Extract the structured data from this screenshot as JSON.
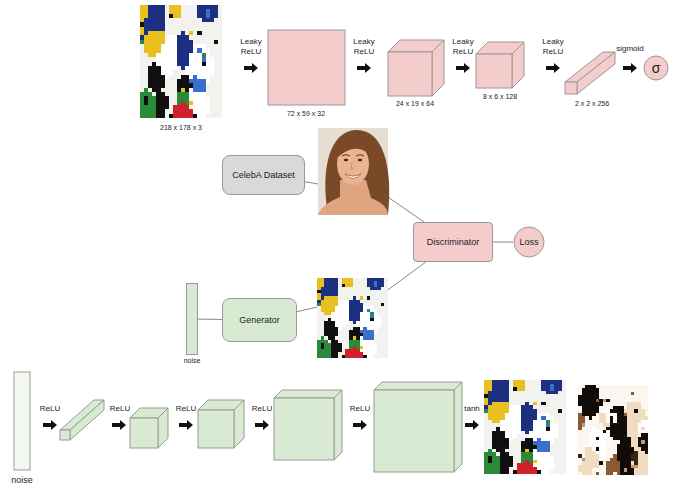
{
  "diagram": {
    "nodes": [
      {
        "text": [
          "σ"
        ]
      },
      {
        "text": [
          "CelebA Dataset"
        ]
      },
      {
        "text": [
          "Discriminator"
        ]
      },
      {
        "text": [
          "Loss"
        ]
      },
      {
        "text": [
          "noise"
        ]
      },
      {
        "text": [
          "Generator"
        ]
      }
    ],
    "edges": [
      {
        "from": 1,
        "to": 2,
        "arrow": "none"
      },
      {
        "from": 2,
        "to": 3,
        "arrow": "none"
      },
      {
        "from": 4,
        "to": 5,
        "arrow": "none"
      },
      {
        "from": 5,
        "to": 2,
        "arrow": "none"
      }
    ],
    "labels": [
      "Leaky ReLU",
      "Leaky ReLU",
      "Leaky ReLU",
      "Leaky ReLU",
      "sigmoid",
      "218 x 178 x 3",
      "72 x 59 x 32",
      "24 x 19 x 64",
      "8 x 6 x 128",
      "2 x 2 x 256",
      "ReLU",
      "ReLU",
      "ReLU",
      "ReLU",
      "ReLU",
      "tanh",
      "noise"
    ]
  }
}
